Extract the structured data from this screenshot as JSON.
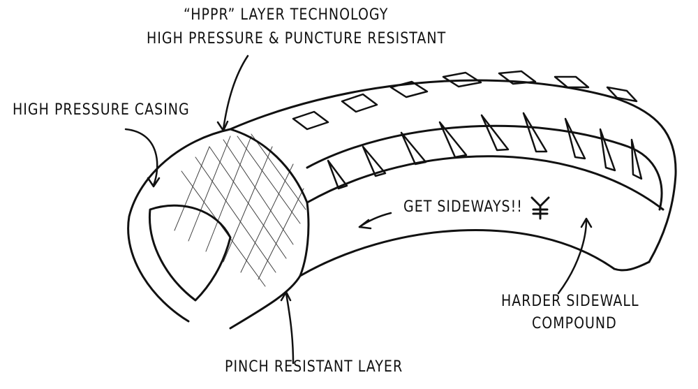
{
  "labels": {
    "hppr_title": "“HPPR” LAYER TECHNOLOGY",
    "hppr_subtitle": "HIGH PRESSURE & PUNCTURE RESISTANT",
    "casing": "HIGH PRESSURE CASING",
    "sideways": "GET SIDEWAYS!!",
    "sidewall_line1": "HARDER SIDEWALL",
    "sidewall_line2": "COMPOUND",
    "pinch": "PINCH RESISTANT LAYER"
  },
  "colors": {
    "ink": "#111111",
    "background": "#ffffff"
  }
}
